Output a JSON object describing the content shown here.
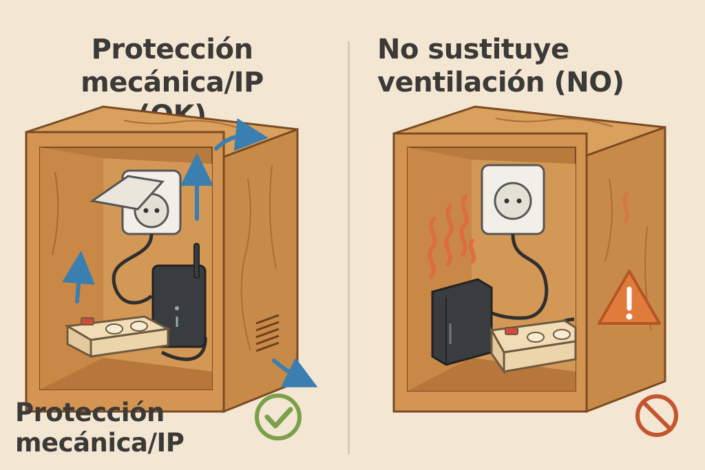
{
  "left_panel": {
    "title_line1": "Protección mecánica/IP",
    "title_line2": "(OK)",
    "caption_line1": "Protección",
    "caption_line2": "mecánica/IP",
    "status_icon": "check-icon",
    "status_color": "#7ba04a"
  },
  "right_panel": {
    "title_line1": "No sustituye",
    "title_line2": "ventilación (NO)",
    "warning_icon": "warning-triangle-icon",
    "status_icon": "prohibited-icon",
    "warning_color": "#e07b3c",
    "status_color": "#c4552f"
  },
  "colors": {
    "background": "#f3e6d3",
    "wood": "#c98a4a",
    "wood_dark": "#8a5527",
    "airflow_arrow": "#3a7fb0",
    "heat": "#e06a3a"
  }
}
